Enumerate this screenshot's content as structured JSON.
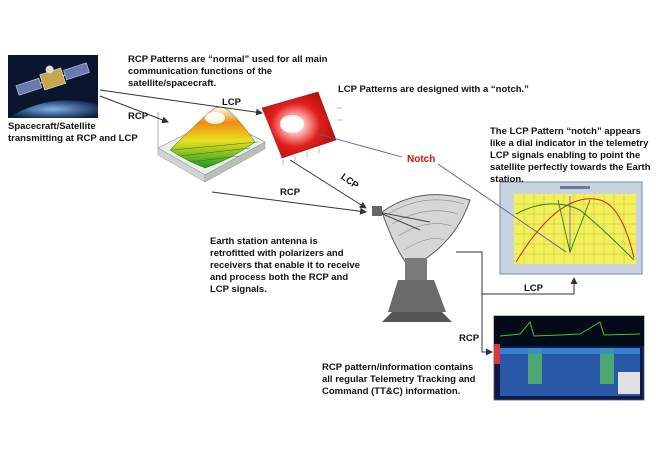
{
  "texts": {
    "rcp_normal": "RCP Patterns are “normal” used for all main communication functions of the satellite/spacecraft.",
    "lcp_notch": "LCP Patterns are designed with a “notch.”",
    "spacecraft": "Spacecraft/Satellite transmitting at RCP and LCP",
    "lcp_dial": "The LCP Pattern “notch” appears like a dial indicator in the telemetry LCP signals enabling to point the satellite perfectly towards the Earth station.",
    "earth_station": "Earth station antenna is retrofitted with polarizers and receivers that enable it to receive and process both the RCP and LCP signals.",
    "rcp_info": "RCP pattern/information contains all regular Telemetry Tracking and Command (TT&C) information."
  },
  "labels": {
    "lcp_top": "LCP",
    "rcp_top": "RCP",
    "notch": "Notch",
    "lcp_mid": "LCP",
    "rcp_mid": "RCP",
    "lcp_bottom": "LCP",
    "rcp_bottom": "RCP"
  },
  "colors": {
    "notch_text": "#cc1111",
    "notch_line": "#5a5aa8",
    "arrows": "#333333",
    "plot_bg": "#f4f05a",
    "spectrum_bg": "#0a1a4a"
  },
  "icons": {
    "satellite": "satellite-image",
    "rcp_pattern": "rcp-3d-pattern-image",
    "lcp_pattern": "lcp-notch-pattern-image",
    "antenna": "earth-station-dish-image",
    "lcp_plot": "lcp-telemetry-plot-image",
    "rcp_spectrum": "rcp-spectrum-display-image"
  }
}
